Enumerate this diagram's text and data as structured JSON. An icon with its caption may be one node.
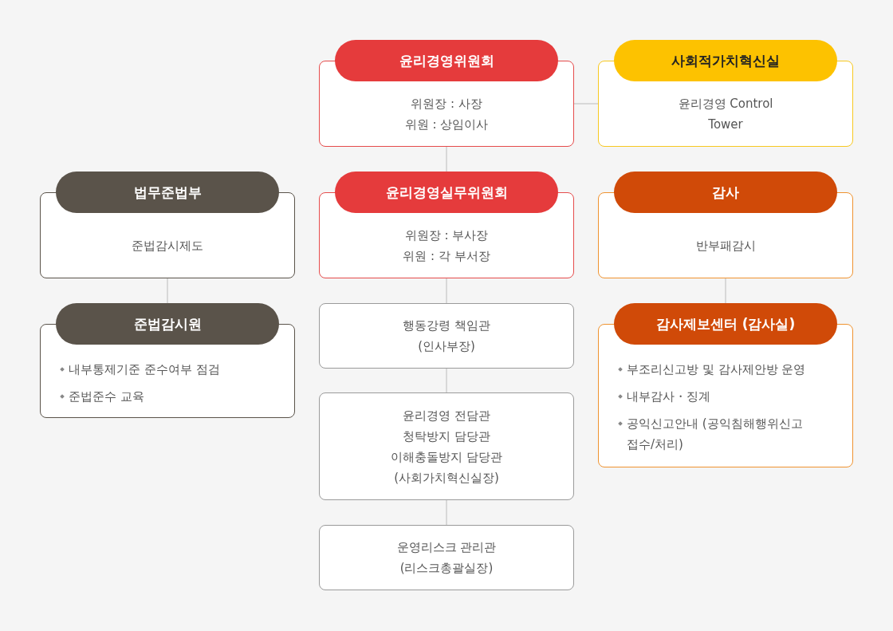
{
  "diagram": {
    "nodes": [
      {
        "text": [
          "윤리경영위원회",
          "위원장 : 사장",
          "위원 : 상임이사"
        ]
      },
      {
        "text": [
          "사회적가치혁신실",
          "윤리경영 Control Tower"
        ]
      },
      {
        "text": [
          "법무준법부",
          "준법감시제도"
        ]
      },
      {
        "text": [
          "윤리경영실무위원회",
          "위원장 : 부사장",
          "위원 : 각 부서장"
        ]
      },
      {
        "text": [
          "감사",
          "반부패감시"
        ]
      },
      {
        "text": [
          "준법감시원",
          "내부통제기준 준수여부 점검",
          "준법준수 교육"
        ]
      },
      {
        "text": [
          "행동강령 책임관",
          "(인사부장)"
        ]
      },
      {
        "text": [
          "감사제보센터 (감사실)",
          "부조리신고방 및 감사제안방 운영",
          "내부감사・징계",
          "공익신고안내 (공익침해행위신고 접수/처리)"
        ]
      },
      {
        "text": [
          "윤리경영 전담관",
          "청탁방지 담당관",
          "이해충돌방지 담당관",
          "(사회가치혁신실장)"
        ]
      },
      {
        "text": [
          "운영리스크 관리관",
          "(리스크총괄실장)"
        ]
      }
    ],
    "edges": [
      {
        "from": 0,
        "to": 1,
        "arrow": "none"
      },
      {
        "from": 0,
        "to": 3,
        "arrow": "none"
      },
      {
        "from": 2,
        "to": 5,
        "arrow": "none"
      },
      {
        "from": 3,
        "to": 6,
        "arrow": "none"
      },
      {
        "from": 4,
        "to": 7,
        "arrow": "none"
      },
      {
        "from": 6,
        "to": 8,
        "arrow": "none"
      },
      {
        "from": 8,
        "to": 9,
        "arrow": "none"
      }
    ]
  }
}
